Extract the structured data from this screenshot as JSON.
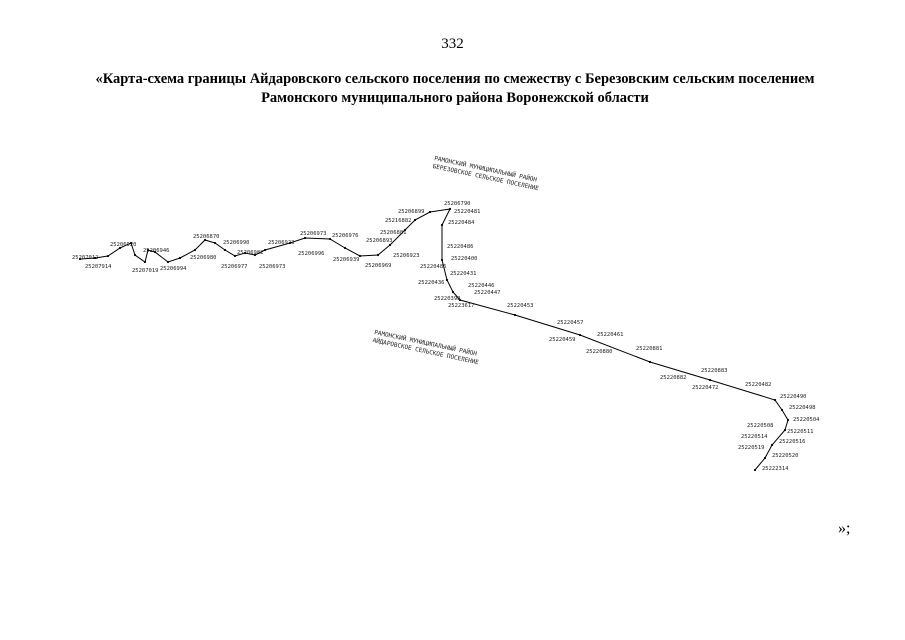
{
  "page_number": "332",
  "title_line1": "«Карта-схема границы Айдаровского сельского поселения по смежеству с Березовским сельским поселением",
  "title_line2": "Рамонского муниципального района Воронежской области",
  "closing": "»;",
  "region_north": {
    "line1": "РАМОНСКИЙ МУНИЦИПАЛЬНЫЙ РАЙОН",
    "line2": "БЕРЕЗОВСКОЕ СЕЛЬСКОЕ ПОСЕЛЕНИЕ"
  },
  "region_south": {
    "line1": "РАМОНСКИЙ МУНИЦИПАЛЬНЫЙ РАЙОН",
    "line2": "АЙДАРОВСКОЕ СЕЛЬСКОЕ ПОСЕЛЕНИЕ"
  },
  "point_labels": [
    "25207012",
    "25207914",
    "25206920",
    "25207019",
    "25206946",
    "25206994",
    "25206980",
    "25206870",
    "25206990",
    "25206982",
    "25206977",
    "25206973",
    "25206923",
    "25206973",
    "25206996",
    "25206976",
    "25206939",
    "25206969",
    "25206923",
    "25206893",
    "25206881",
    "25216882",
    "25206899",
    "25206790",
    "25220481",
    "25220484",
    "25220486",
    "25220400",
    "25220486",
    "25220431",
    "25220436",
    "25220446",
    "25220447",
    "25220398",
    "25223617",
    "25220453",
    "25220457",
    "25220459",
    "25220461",
    "25220880",
    "25220881",
    "25220882",
    "25220883",
    "25220472",
    "25220482",
    "25220490",
    "25220498",
    "25220504",
    "25220508",
    "25220511",
    "25220514",
    "25220516",
    "25220519",
    "25220520",
    "25222314"
  ]
}
